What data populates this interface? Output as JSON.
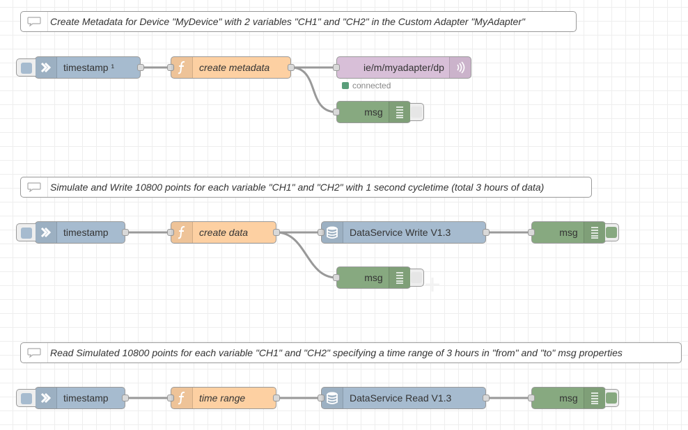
{
  "comments": {
    "c1": "Create Metadata for Device \"MyDevice\" with 2 variables \"CH1\" and \"CH2\" in the Custom Adapter \"MyAdapter\"",
    "c2": "Simulate and Write 10800 points for each variable \"CH1\" and \"CH2\" with 1 second cycletime (total 3 hours of data)",
    "c3": "Read Simulated 10800 points for each variable \"CH1\" and \"CH2\" specifying a time range of 3 hours in \"from\" and \"to\" msg properties"
  },
  "flow1": {
    "inject_label": "timestamp ¹",
    "function_label": "create metadata",
    "mqtt_label": "ie/m/myadapter/dp",
    "mqtt_status": "connected",
    "debug_label": "msg"
  },
  "flow2": {
    "inject_label": "timestamp",
    "function_label": "create data",
    "dataservice_label": "DataService Write V1.3",
    "debug1_label": "msg",
    "debug2_label": "msg"
  },
  "flow3": {
    "inject_label": "timestamp",
    "function_label": "time range",
    "dataservice_label": "DataService Read V1.3",
    "debug_label": "msg"
  },
  "colors": {
    "inject": "#a6bbcf",
    "function": "#fdd0a2",
    "mqtt": "#d8bfd8",
    "debug": "#87a980",
    "dataservice": "#a6bbcf",
    "status_connected": "#5a9e7a"
  },
  "icons": {
    "inject": "arrow-in-icon",
    "function": "function-icon",
    "mqtt": "bridge-icon",
    "debug": "debug-list-icon",
    "dataservice": "database-icon",
    "comment": "speech-bubble-icon"
  }
}
